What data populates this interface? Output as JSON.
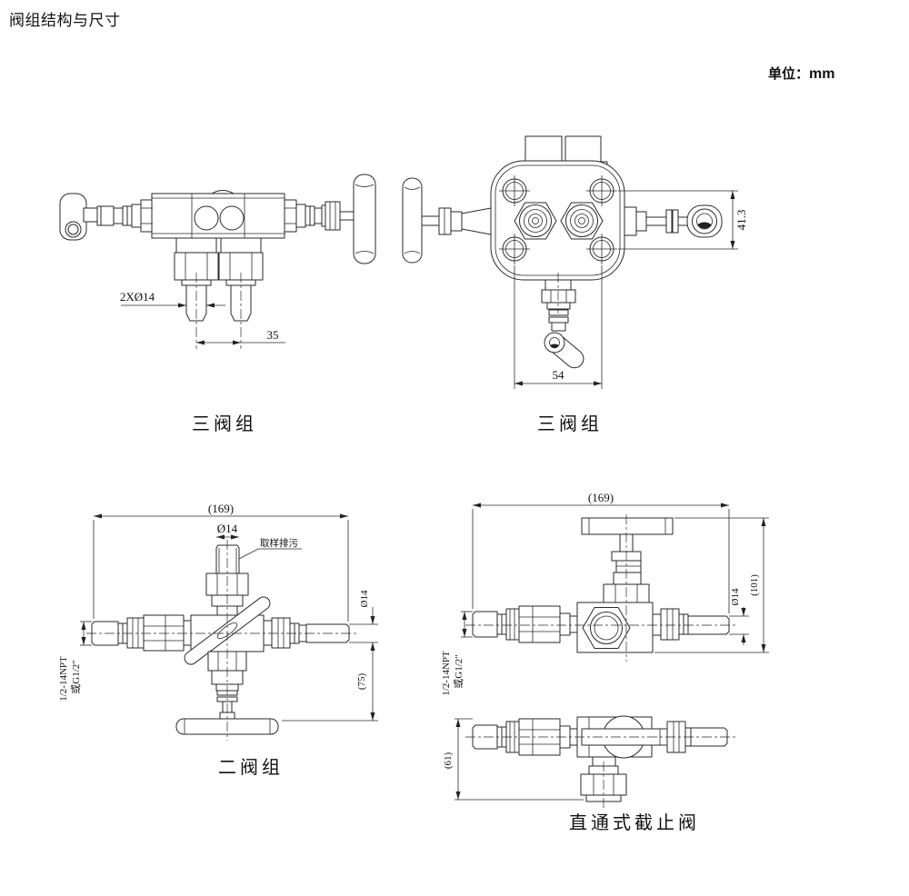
{
  "page": {
    "title": "阀组结构与尺寸",
    "unit_label": "单位：",
    "unit_value": "mm"
  },
  "drawings": {
    "three_valve_side": {
      "caption": "三阀组",
      "dim_stud": "2XØ14",
      "dim_spacing": "35"
    },
    "three_valve_front": {
      "caption": "三阀组",
      "dim_height": "41.3",
      "dim_width": "54"
    },
    "two_valve": {
      "caption": "二阀组",
      "dim_overall": "(169)",
      "dim_top_port": "Ø14",
      "annotation": "取样排污",
      "dim_side_port": "Ø14",
      "dim_below": "(75)",
      "thread_line1": "1/2-14NPT",
      "thread_line2": "或G1/2\""
    },
    "stop_valve": {
      "caption": "直通式截止阀",
      "dim_overall": "(169)",
      "dim_height": "(101)",
      "dim_port": "Ø14",
      "dim_side_height": "(61)",
      "thread_line1": "1/2-14NPT",
      "thread_line2": "或G1/2\""
    }
  }
}
